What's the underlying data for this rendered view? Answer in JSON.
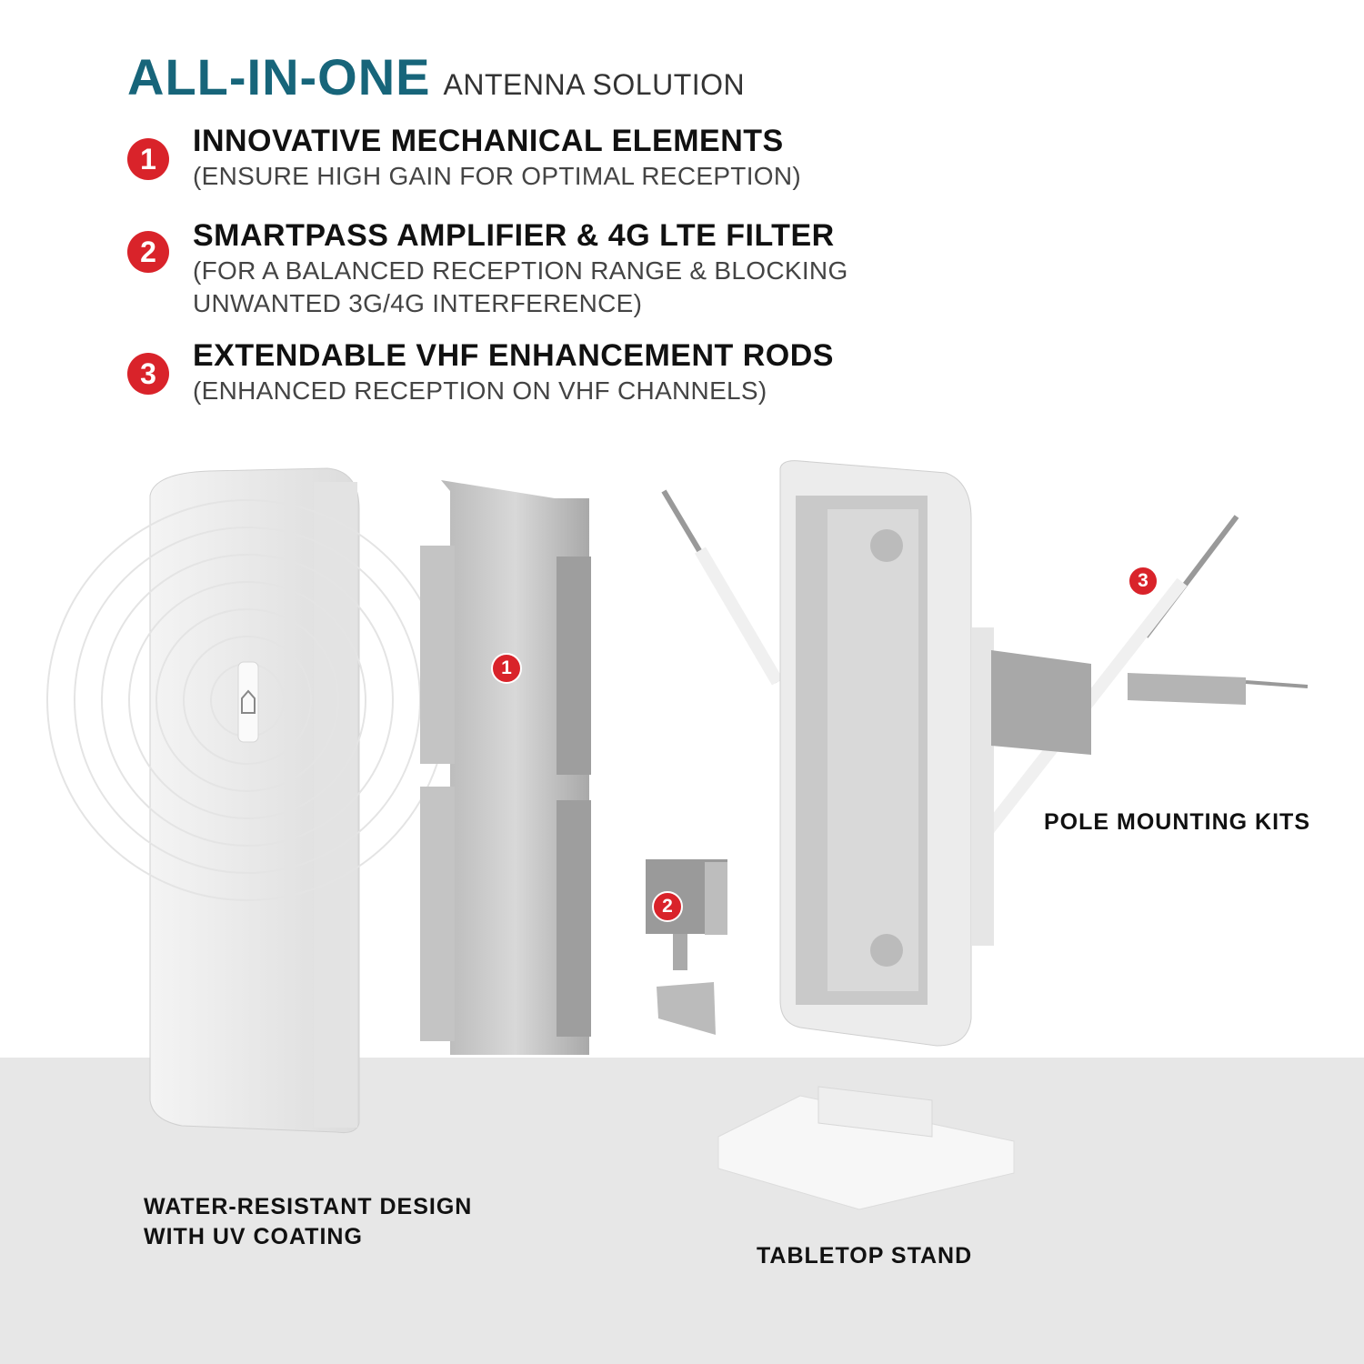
{
  "header": {
    "title_main": "ALL-IN-ONE",
    "title_sub": "ANTENNA SOLUTION"
  },
  "features": [
    {
      "number": "1",
      "title": "INNOVATIVE MECHANICAL ELEMENTS",
      "desc": [
        "(ENSURE HIGH GAIN FOR OPTIMAL RECEPTION)"
      ]
    },
    {
      "number": "2",
      "title": "SMARTPASS AMPLIFIER & 4G LTE FILTER",
      "desc": [
        "(FOR A BALANCED RECEPTION RANGE & BLOCKING",
        "UNWANTED 3G/4G INTERFERENCE)"
      ]
    },
    {
      "number": "3",
      "title": "EXTENDABLE VHF ENHANCEMENT RODS",
      "desc": [
        "(ENHANCED RECEPTION ON VHF CHANNELS)"
      ]
    }
  ],
  "callouts": {
    "pole": "POLE MOUNTING KITS",
    "water": [
      "WATER-RESISTANT DESIGN",
      "WITH UV COATING"
    ],
    "stand": "TABLETOP STAND"
  },
  "colors": {
    "accent": "#17657a",
    "badge": "#d9232a",
    "floor": "#e7e7e7"
  }
}
